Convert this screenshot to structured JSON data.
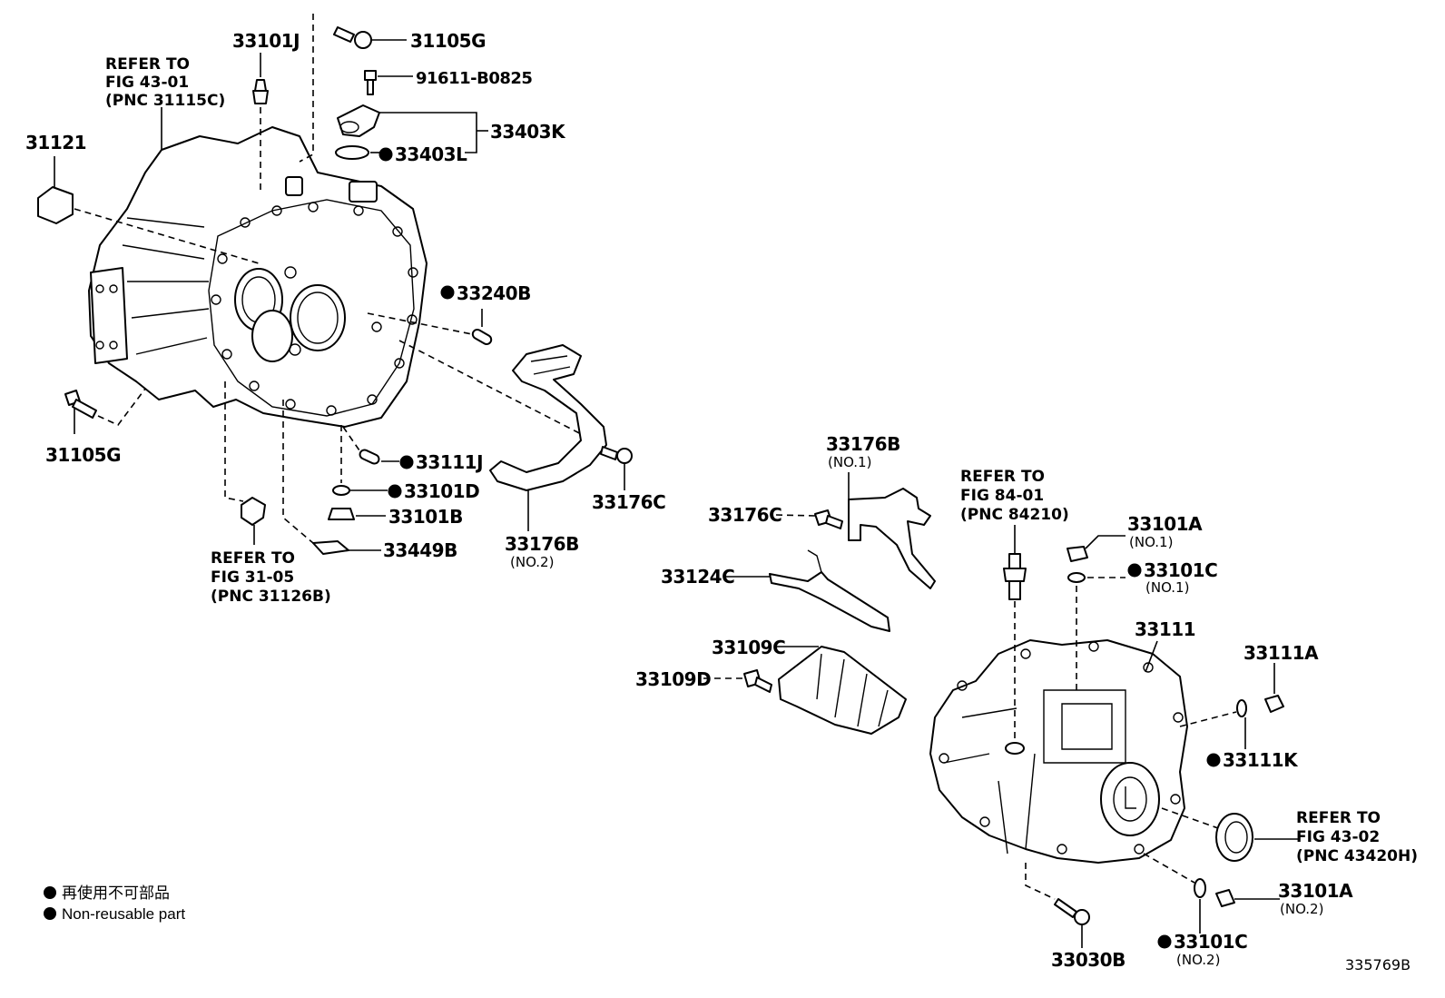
{
  "labels": {
    "p33101J": "33101J",
    "p31105G_top": "31105G",
    "p91611": "91611-B0825",
    "p33403K": "33403K",
    "p33403L": "33403L",
    "p31121": "31121",
    "p33240B": "33240B",
    "p31105G_left": "31105G",
    "p33111J": "33111J",
    "p33101D": "33101D",
    "p33101B": "33101B",
    "p33449B": "33449B",
    "p33176B_no2": "33176B",
    "p33176B_no2_sub": "(NO.2)",
    "p33176C_right": "33176C",
    "p33176B_no1": "33176B",
    "p33176B_no1_sub": "(NO.1)",
    "p33176C_left": "33176C",
    "p33124C": "33124C",
    "p33109C": "33109C",
    "p33109D": "33109D",
    "p33101A_no1": "33101A",
    "p33101A_no1_sub": "(NO.1)",
    "p33101C_no1": "33101C",
    "p33101C_no1_sub": "(NO.1)",
    "p33111": "33111",
    "p33111A": "33111A",
    "p33111K": "33111K",
    "p33101A_no2": "33101A",
    "p33101A_no2_sub": "(NO.2)",
    "p33101C_no2": "33101C",
    "p33101C_no2_sub": "(NO.2)",
    "p33030B": "33030B"
  },
  "refs": {
    "r1": [
      "REFER TO",
      "FIG 43-01",
      "(PNC 31115C)"
    ],
    "r2": [
      "REFER TO",
      "FIG 31-05",
      "(PNC 31126B)"
    ],
    "r3": [
      "REFER TO",
      "FIG 84-01",
      "(PNC 84210)"
    ],
    "r4": [
      "REFER TO",
      "FIG 43-02",
      "(PNC 43420H)"
    ]
  },
  "legend": {
    "jp": "再使用不可部品",
    "en": "Non-reusable part"
  },
  "figure_id": "335769B"
}
